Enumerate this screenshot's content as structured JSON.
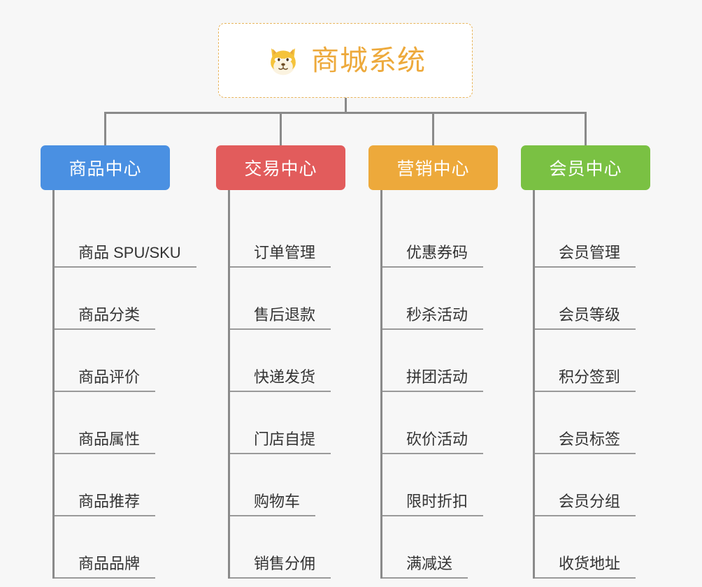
{
  "canvas": {
    "background": "#f7f7f7",
    "connector_color": "#8a8a8a",
    "leaf_rule_color": "#9a9a9a"
  },
  "root": {
    "title": "商城系统",
    "icon": "shiba-dog-face-icon",
    "title_color": "#eda93b",
    "border_color": "#e8b45a"
  },
  "categories": [
    {
      "label": "商品中心",
      "color": "#4a90e2",
      "items": [
        "商品 SPU/SKU",
        "商品分类",
        "商品评价",
        "商品属性",
        "商品推荐",
        "商品品牌"
      ]
    },
    {
      "label": "交易中心",
      "color": "#e25c5c",
      "items": [
        "订单管理",
        "售后退款",
        "快递发货",
        "门店自提",
        "购物车",
        "销售分佣"
      ]
    },
    {
      "label": "营销中心",
      "color": "#eda93b",
      "items": [
        "优惠券码",
        "秒杀活动",
        "拼团活动",
        "砍价活动",
        "限时折扣",
        "满减送"
      ]
    },
    {
      "label": "会员中心",
      "color": "#7ac143",
      "items": [
        "会员管理",
        "会员等级",
        "积分签到",
        "会员标签",
        "会员分组",
        "收货地址"
      ]
    }
  ]
}
